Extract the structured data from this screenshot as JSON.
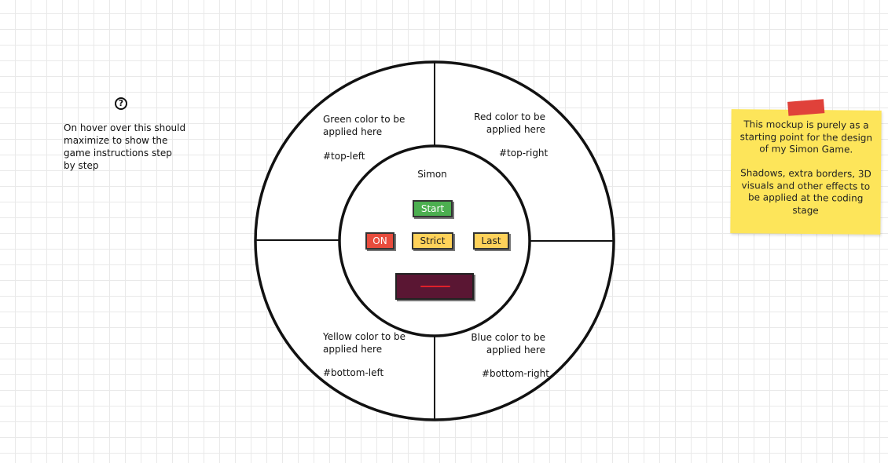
{
  "help": {
    "icon": "help-circle-icon",
    "glyph": "?",
    "text": "On hover over this should\nmaximize to show the\ngame instructions step\nby step"
  },
  "board": {
    "quadrants": {
      "top_left": {
        "label": "Green color to be\napplied here",
        "id": "#top-left"
      },
      "top_right": {
        "label": "Red color to be\napplied here",
        "id": "#top-right"
      },
      "bottom_left": {
        "label": "Yellow color to be\napplied here",
        "id": "#bottom-left"
      },
      "bottom_right": {
        "label": "Blue color to be\napplied here",
        "id": "#bottom-right"
      }
    },
    "center": {
      "title": "Simon",
      "start_label": "Start",
      "on_label": "ON",
      "strict_label": "Strict",
      "last_label": "Last"
    }
  },
  "note": {
    "text": "This mockup is purely as a\nstarting point for the design\nof my Simon Game.\n\nShadows, extra borders, 3D\nvisuals and other effects to\nbe applied at the coding\nstage"
  },
  "colors": {
    "start": "#4caf50",
    "on": "#e84c3d",
    "strict": "#ffd25a",
    "last": "#ffd25a",
    "display": "#5a1633",
    "display_bar": "#e0202a",
    "sticky": "#fde55a",
    "tape": "#e0413a"
  }
}
